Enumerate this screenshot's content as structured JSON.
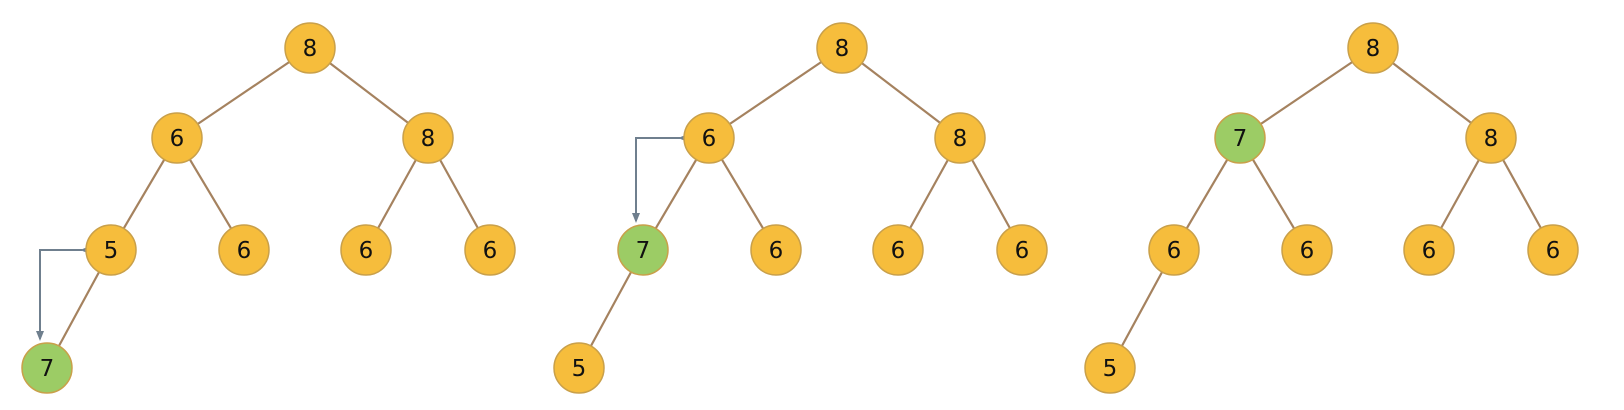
{
  "colors": {
    "default_node": "#f6bd3c",
    "highlight_node": "#9ccc65",
    "edge": "#a5825f",
    "arrow": "#6f7f8e"
  },
  "panels": [
    {
      "nodes": [
        {
          "id": "root",
          "value": "8",
          "color": "default"
        },
        {
          "id": "l",
          "value": "6",
          "color": "default"
        },
        {
          "id": "r",
          "value": "8",
          "color": "default"
        },
        {
          "id": "ll",
          "value": "5",
          "color": "default"
        },
        {
          "id": "lr",
          "value": "6",
          "color": "default"
        },
        {
          "id": "rl",
          "value": "6",
          "color": "default"
        },
        {
          "id": "rr",
          "value": "6",
          "color": "default"
        },
        {
          "id": "lll",
          "value": "7",
          "color": "highlight"
        }
      ],
      "edges": [
        [
          "root",
          "l"
        ],
        [
          "root",
          "r"
        ],
        [
          "l",
          "ll"
        ],
        [
          "l",
          "lr"
        ],
        [
          "r",
          "rl"
        ],
        [
          "r",
          "rr"
        ],
        [
          "ll",
          "lll"
        ]
      ],
      "swap": {
        "from": "lll",
        "to": "ll"
      }
    },
    {
      "nodes": [
        {
          "id": "root",
          "value": "8",
          "color": "default"
        },
        {
          "id": "l",
          "value": "6",
          "color": "default"
        },
        {
          "id": "r",
          "value": "8",
          "color": "default"
        },
        {
          "id": "ll",
          "value": "7",
          "color": "highlight"
        },
        {
          "id": "lr",
          "value": "6",
          "color": "default"
        },
        {
          "id": "rl",
          "value": "6",
          "color": "default"
        },
        {
          "id": "rr",
          "value": "6",
          "color": "default"
        },
        {
          "id": "lll",
          "value": "5",
          "color": "default"
        }
      ],
      "edges": [
        [
          "root",
          "l"
        ],
        [
          "root",
          "r"
        ],
        [
          "l",
          "ll"
        ],
        [
          "l",
          "lr"
        ],
        [
          "r",
          "rl"
        ],
        [
          "r",
          "rr"
        ],
        [
          "ll",
          "lll"
        ]
      ],
      "swap": {
        "from": "ll",
        "to": "l"
      }
    },
    {
      "nodes": [
        {
          "id": "root",
          "value": "8",
          "color": "default"
        },
        {
          "id": "l",
          "value": "7",
          "color": "highlight"
        },
        {
          "id": "r",
          "value": "8",
          "color": "default"
        },
        {
          "id": "ll",
          "value": "6",
          "color": "default"
        },
        {
          "id": "lr",
          "value": "6",
          "color": "default"
        },
        {
          "id": "rl",
          "value": "6",
          "color": "default"
        },
        {
          "id": "rr",
          "value": "6",
          "color": "default"
        },
        {
          "id": "lll",
          "value": "5",
          "color": "default"
        }
      ],
      "edges": [
        [
          "root",
          "l"
        ],
        [
          "root",
          "r"
        ],
        [
          "l",
          "ll"
        ],
        [
          "l",
          "lr"
        ],
        [
          "r",
          "rl"
        ],
        [
          "r",
          "rr"
        ],
        [
          "ll",
          "lll"
        ]
      ],
      "swap": null
    }
  ]
}
